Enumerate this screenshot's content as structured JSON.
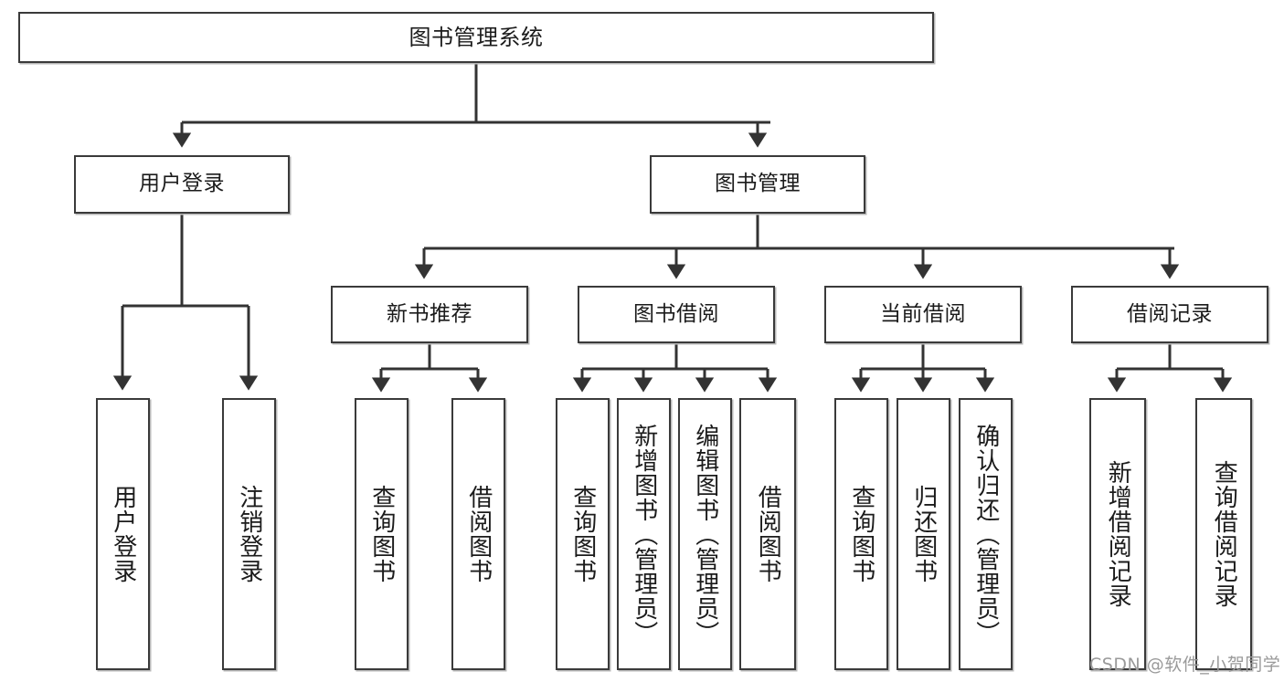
{
  "diagram": {
    "type": "tree-hierarchy",
    "title": "图书管理系统",
    "orientation": "top-down",
    "colors": {
      "node_border": "#3a3a3a",
      "node_fill": "#ffffff",
      "edge": "#333333",
      "text": "#1b1b1b",
      "watermark": "#9a9a9a",
      "background": "#ffffff"
    },
    "root": {
      "label": "图书管理系统"
    },
    "level2": [
      {
        "label": "用户登录"
      },
      {
        "label": "图书管理"
      }
    ],
    "level3": [
      {
        "label": "新书推荐"
      },
      {
        "label": "图书借阅"
      },
      {
        "label": "当前借阅"
      },
      {
        "label": "借阅记录"
      }
    ],
    "leaves": {
      "user_login": [
        {
          "label": "用户登录"
        },
        {
          "label": "注销登录"
        }
      ],
      "new_book_recommend": [
        {
          "label": "查询图书"
        },
        {
          "label": "借阅图书"
        }
      ],
      "book_borrow": [
        {
          "label": "查询图书"
        },
        {
          "label": "新增图书（管理员）"
        },
        {
          "label": "编辑图书（管理员）"
        },
        {
          "label": "借阅图书"
        }
      ],
      "current_borrow": [
        {
          "label": "查询图书"
        },
        {
          "label": "归还图书"
        },
        {
          "label": "确认归还（管理员）"
        }
      ],
      "borrow_records": [
        {
          "label": "新增借阅记录"
        },
        {
          "label": "查询借阅记录"
        }
      ]
    }
  },
  "watermark": {
    "text": "CSDN @软件_小贺同学"
  }
}
